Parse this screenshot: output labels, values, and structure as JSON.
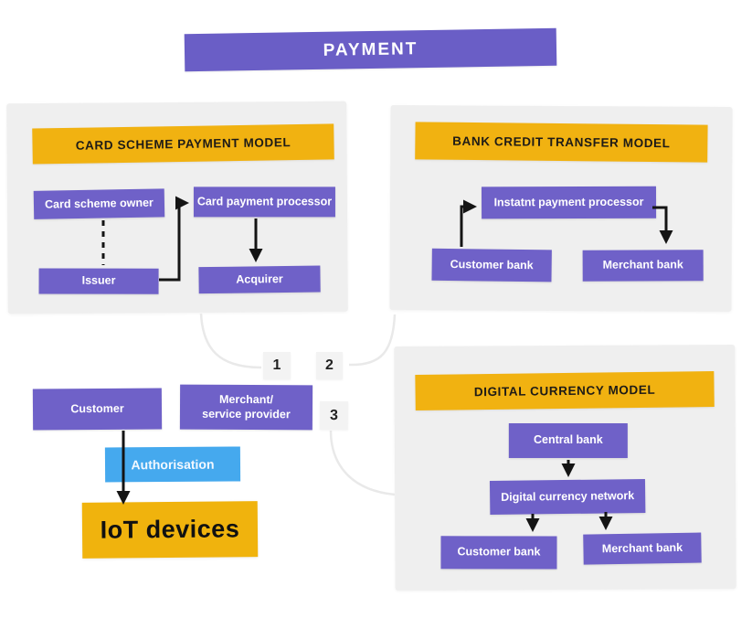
{
  "title": {
    "label": "PAYMENT"
  },
  "colors": {
    "purple": "#6f61c8",
    "banner_purple": "#6a5ec6",
    "yellow": "#f1b211",
    "blue": "#45a9ee",
    "panel_gray": "#efefef",
    "arrow_black": "#141414",
    "curve_gray": "#e9e9e9"
  },
  "panels": {
    "card_scheme": {
      "header": "CARD SCHEME PAYMENT MODEL",
      "nodes": {
        "owner": "Card scheme owner",
        "processor": "Card payment processor",
        "issuer": "Issuer",
        "acquirer": "Acquirer"
      }
    },
    "bank_credit": {
      "header": "BANK CREDIT TRANSFER MODEL",
      "nodes": {
        "processor": "Instatnt payment processor",
        "customer_bank": "Customer bank",
        "merchant_bank": "Merchant bank"
      }
    },
    "digital_currency": {
      "header": "DIGITAL CURRENCY MODEL",
      "nodes": {
        "central_bank": "Central bank",
        "network": "Digital currency network",
        "customer_bank": "Customer bank",
        "merchant_bank": "Merchant bank"
      }
    }
  },
  "flow": {
    "customer": "Customer",
    "merchant": "Merchant/\nservice provider",
    "authorisation": "Authorisation",
    "iot": "IoT devices",
    "badges": [
      "1",
      "2",
      "3"
    ]
  }
}
